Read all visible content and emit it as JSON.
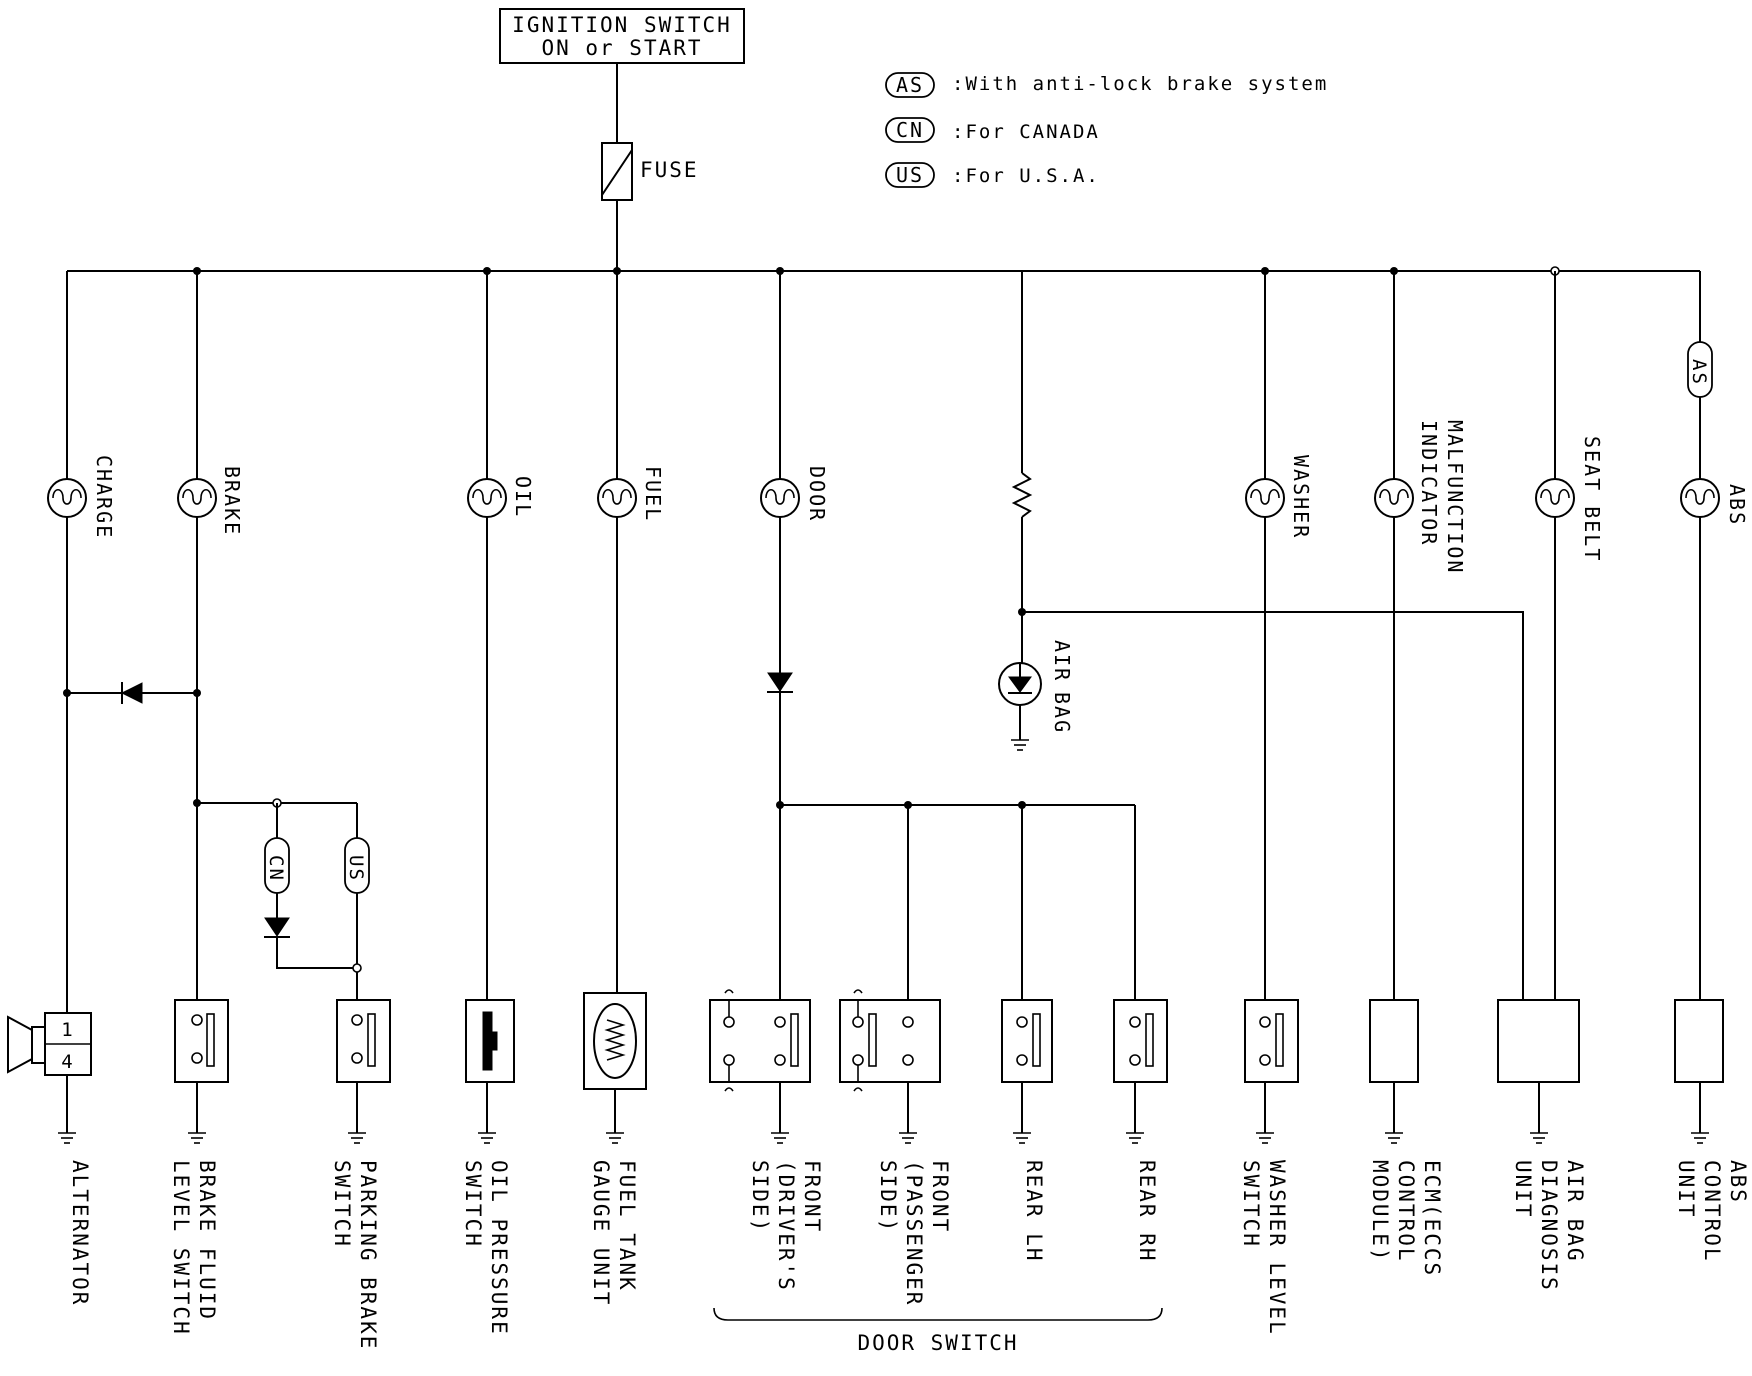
{
  "power_source": {
    "line1": "IGNITION SWITCH",
    "line2": "ON or START"
  },
  "fuse_label": "FUSE",
  "legend": [
    {
      "code": "AS",
      "text": ":With anti-lock brake system"
    },
    {
      "code": "CN",
      "text": ":For CANADA"
    },
    {
      "code": "US",
      "text": ":For U.S.A."
    }
  ],
  "lamps": {
    "charge": "CHARGE",
    "brake": "BRAKE",
    "oil": "OIL",
    "fuel": "FUEL",
    "door": "DOOR",
    "washer": "WASHER",
    "malfunction_line1": "MALFUNCTION",
    "malfunction_line2": "INDICATOR",
    "seat_belt": "SEAT BELT",
    "abs": "ABS",
    "air_bag_line1": "AIR",
    "air_bag_line2": "BAG"
  },
  "option_codes": {
    "as": "AS",
    "cn": "CN",
    "us": "US"
  },
  "alternator_terminals": {
    "top": "1",
    "bottom": "4"
  },
  "components": {
    "alternator": "ALTERNATOR",
    "brake_fluid_line1": "BRAKE FLUID",
    "brake_fluid_line2": "LEVEL SWITCH",
    "parking_brake_line1": "PARKING BRAKE",
    "parking_brake_line2": "SWITCH",
    "oil_pressure_line1": "OIL PRESSURE",
    "oil_pressure_line2": "SWITCH",
    "fuel_tank_line1": "FUEL TANK",
    "fuel_tank_line2": "GAUGE UNIT",
    "front_driver_line1": "FRONT",
    "front_driver_line2": "(DRIVER'S",
    "front_driver_line3": "SIDE)",
    "front_passenger_line1": "FRONT",
    "front_passenger_line2": "(PASSENGER",
    "front_passenger_line3": "SIDE)",
    "rear_lh": "REAR LH",
    "rear_rh": "REAR RH",
    "washer_level_line1": "WASHER LEVEL",
    "washer_level_line2": "SWITCH",
    "ecm_line1": "ECM(ECCS",
    "ecm_line2": "CONTROL",
    "ecm_line3": "MODULE)",
    "air_bag_unit_line1": "AIR BAG",
    "air_bag_unit_line2": "DIAGNOSIS",
    "air_bag_unit_line3": "UNIT",
    "abs_unit_line1": "ABS",
    "abs_unit_line2": "CONTROL",
    "abs_unit_line3": "UNIT"
  },
  "door_switch_group": "DOOR SWITCH"
}
